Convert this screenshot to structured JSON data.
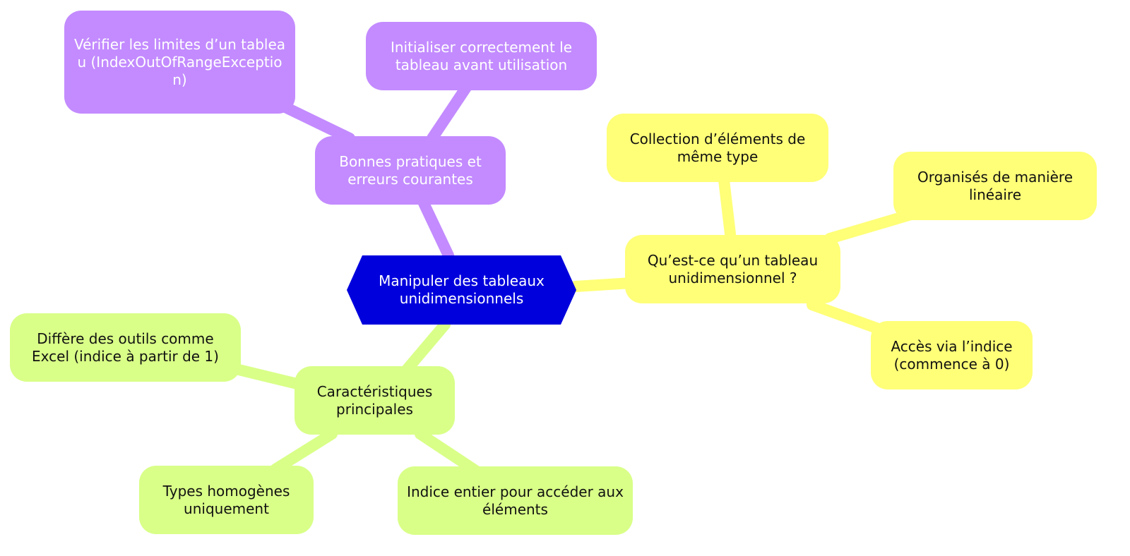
{
  "colors": {
    "root": "#0000dd",
    "purple": "#c38bff",
    "yellow": "#ffff78",
    "green": "#d9ff88"
  },
  "root": {
    "label": "Manipuler des tableaux unidimensionnels"
  },
  "branches": {
    "practices": {
      "label": "Bonnes pratiques et erreurs courantes",
      "children": [
        "Vérifier les limites d’un tableau (IndexOutOfRangeException)",
        "Initialiser correctement le tableau avant utilisation"
      ]
    },
    "definition": {
      "label": "Qu’est-ce qu’un tableau unidimensionnel ?",
      "children": [
        "Collection d’éléments de même type",
        "Organisés de manière linéaire",
        "Accès via l’indice (commence à 0)"
      ]
    },
    "features": {
      "label": "Caractéristiques principales",
      "children": [
        "Diffère des outils comme Excel (indice à partir de 1)",
        "Types homogènes uniquement",
        "Indice entier pour accéder aux éléments"
      ]
    }
  }
}
